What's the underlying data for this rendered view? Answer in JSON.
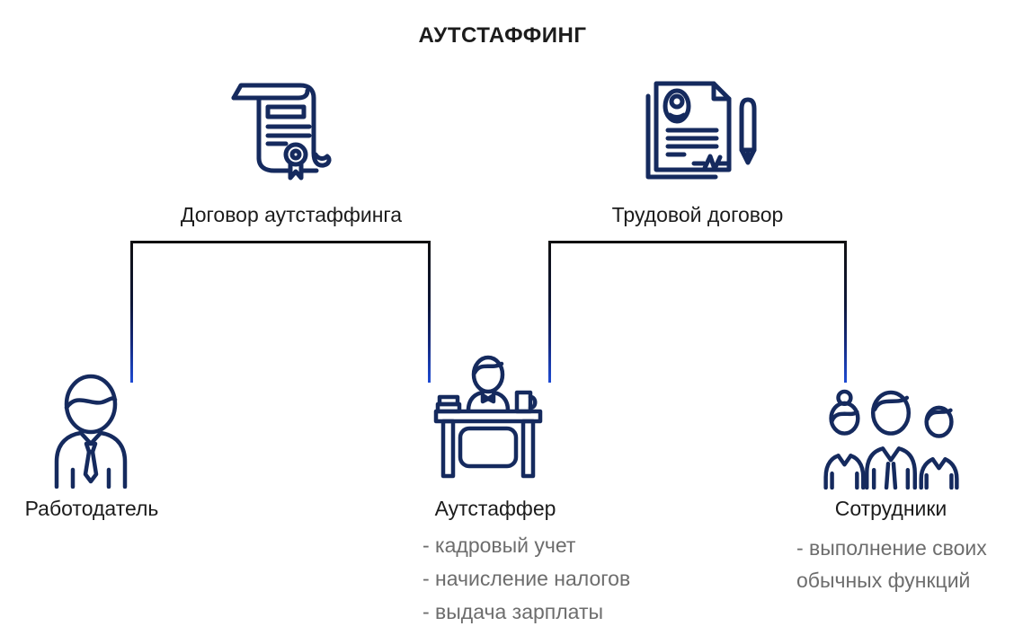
{
  "title": "АУТСТАФФИНГ",
  "colors": {
    "icon_navy": "#152a5e",
    "connector_black": "#101010",
    "connector_blue": "#1e4bd4",
    "text_black": "#1c1c1c",
    "text_gray": "#6d6d6d"
  },
  "contracts": {
    "outstaffing": {
      "label": "Договор аутстаффинга",
      "icon": "certificate-scroll-icon"
    },
    "labor": {
      "label": "Трудовой договор",
      "icon": "signed-contract-pen-icon"
    }
  },
  "actors": {
    "employer": {
      "label": "Работодатель",
      "icon": "businessman-icon"
    },
    "outstaffer": {
      "label": "Аутстаффер",
      "icon": "person-at-desk-icon",
      "duties": [
        "- кадровый учет",
        "- начисление налогов",
        "- выдача зарплаты"
      ]
    },
    "employees": {
      "label": "Сотрудники",
      "icon": "people-group-icon",
      "duties_lines": [
        "- выполнение своих",
        "обычных функций"
      ]
    }
  }
}
